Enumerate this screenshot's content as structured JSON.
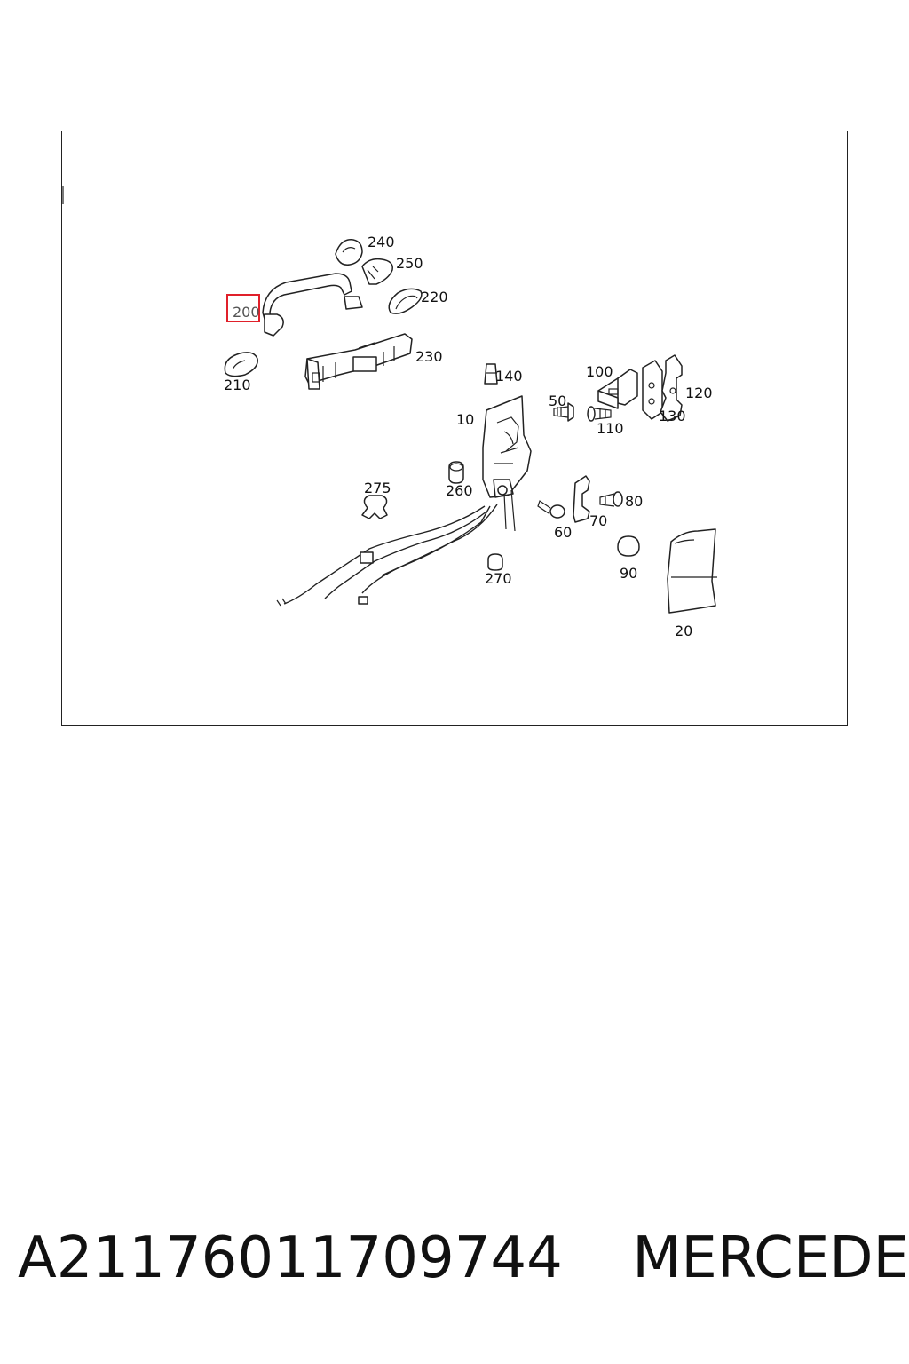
{
  "diagram": {
    "highlighted_label": "200",
    "highlight_color": "#e0202a",
    "labels": {
      "l240": "240",
      "l250": "250",
      "l220": "220",
      "l200": "200",
      "l230": "230",
      "l210": "210",
      "l140": "140",
      "l100": "100",
      "l120": "120",
      "l50": "50",
      "l10": "10",
      "l110": "110",
      "l130": "130",
      "l275": "275",
      "l260": "260",
      "l80": "80",
      "l70": "70",
      "l60": "60",
      "l270": "270",
      "l90": "90",
      "l20": "20"
    }
  },
  "caption": {
    "part_number": "A2117601170 9744",
    "brand": "MERCEDES"
  }
}
